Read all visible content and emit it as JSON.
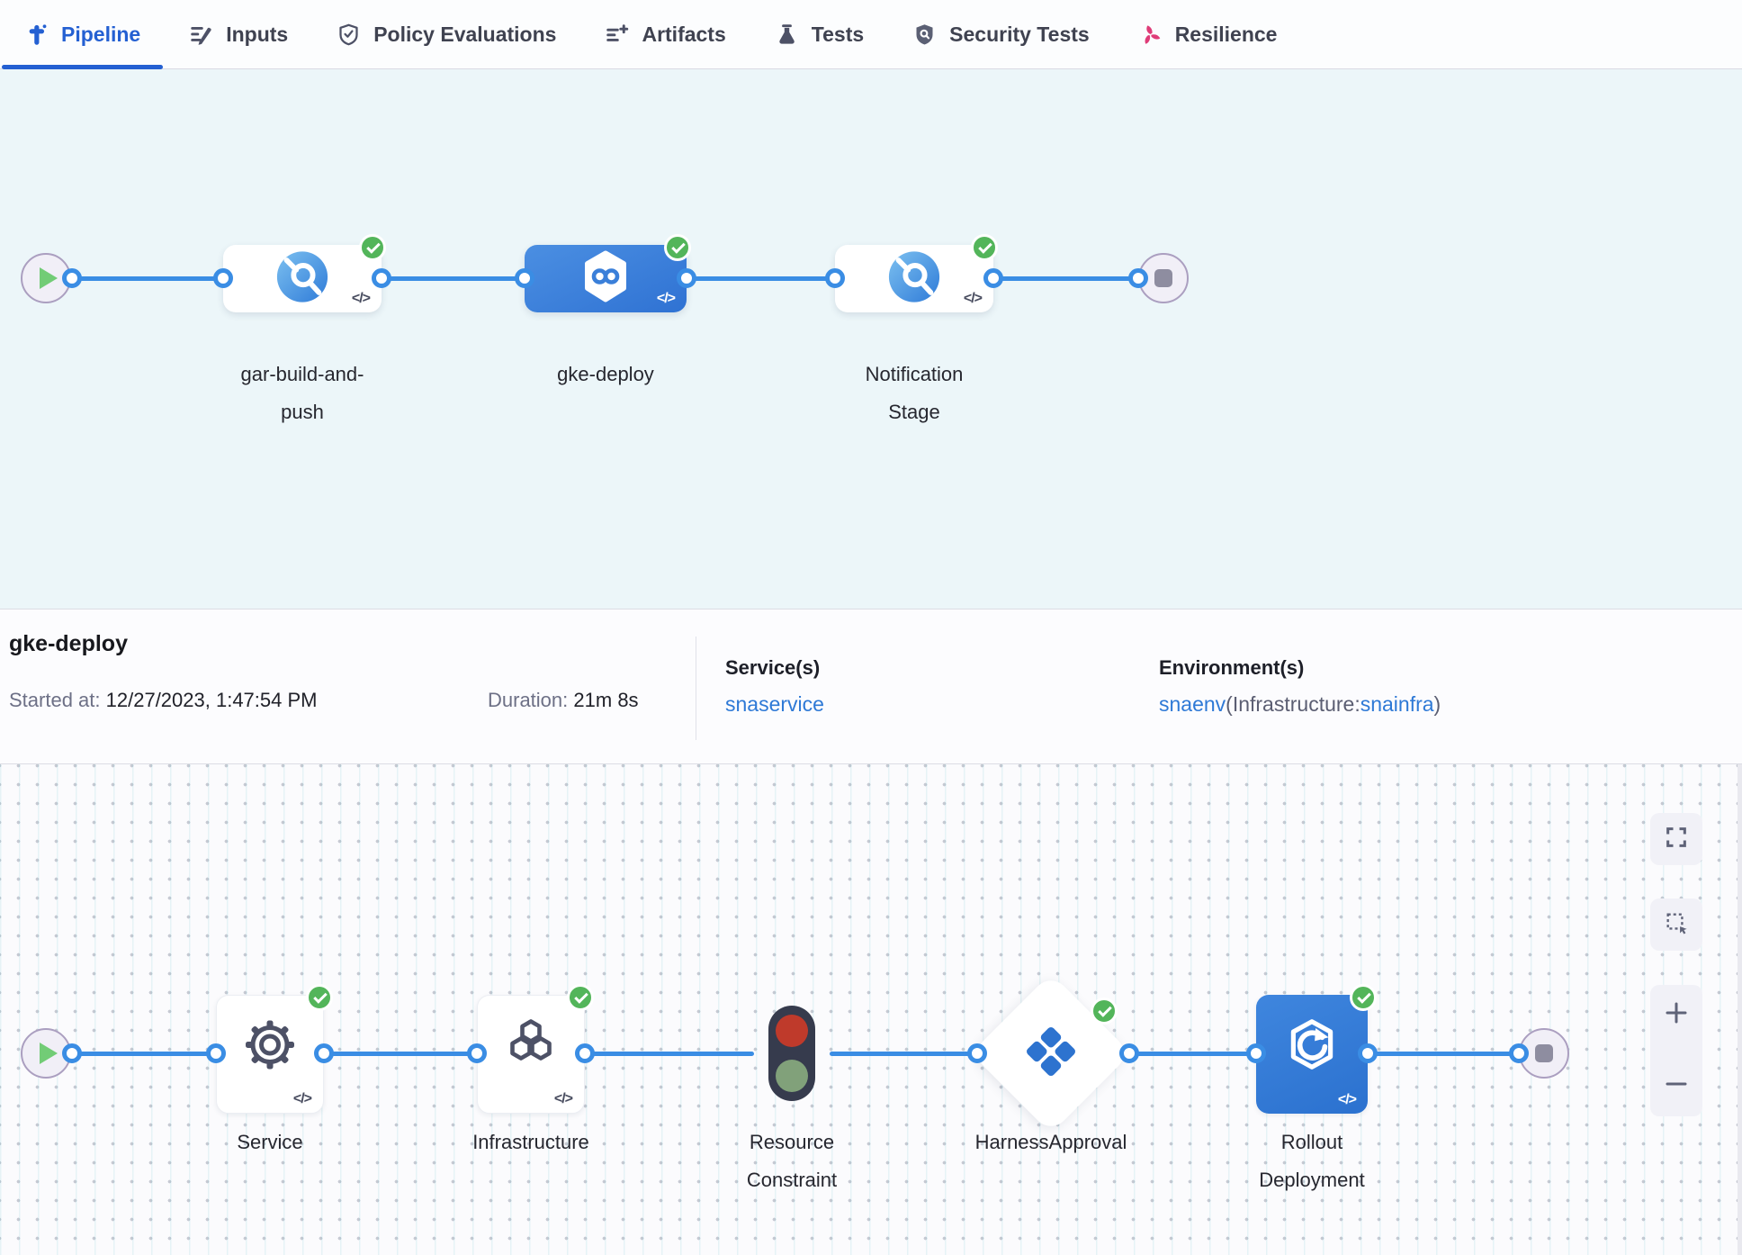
{
  "tab_bar": {
    "tabs": [
      {
        "label": "Pipeline",
        "icon": "pipeline-icon",
        "active": true
      },
      {
        "label": "Inputs",
        "icon": "inputs-icon",
        "active": false
      },
      {
        "label": "Policy Evaluations",
        "icon": "policy-evaluations-icon",
        "active": false
      },
      {
        "label": "Artifacts",
        "icon": "artifacts-icon",
        "active": false
      },
      {
        "label": "Tests",
        "icon": "tests-icon",
        "active": false
      },
      {
        "label": "Security Tests",
        "icon": "security-tests-icon",
        "active": false
      },
      {
        "label": "Resilience",
        "icon": "resilience-icon",
        "active": false
      }
    ]
  },
  "stage_graph": {
    "code_toggle": "</>",
    "stages": [
      {
        "label": "gar-build-and-push",
        "status": "Success",
        "type": "custom",
        "selected": false
      },
      {
        "label": "gke-deploy",
        "status": "Success",
        "type": "deployment",
        "selected": true
      },
      {
        "label": "Notification Stage",
        "status": "Success",
        "type": "custom",
        "selected": false
      }
    ]
  },
  "details_bar": {
    "title": "gke-deploy",
    "started_label": "Started at:",
    "started_value": "12/27/2023, 1:47:54 PM",
    "duration_label": "Duration:",
    "duration_value": "21m 8s",
    "services_label": "Service(s)",
    "service_link": "snaservice",
    "environments_label": "Environment(s)",
    "environment_link": "snaenv",
    "infrastructure_prefix": "(Infrastructure:",
    "infrastructure_link": "snainfra",
    "infrastructure_suffix": ")"
  },
  "execution_graph": {
    "code_toggle": "</>",
    "steps": [
      {
        "label": "Service",
        "status": "Success",
        "type": "service-config"
      },
      {
        "label": "Infrastructure",
        "status": "Success",
        "type": "infrastructure"
      },
      {
        "label": "Resource Constraint",
        "status": "Success",
        "type": "resource-constraint"
      },
      {
        "label": "HarnessApproval",
        "status": "Success",
        "type": "approval"
      },
      {
        "label": "Rollout Deployment",
        "status": "Success",
        "type": "rollout-deployment"
      }
    ]
  },
  "colors": {
    "accent_blue": "#2460d2",
    "edge_blue": "#3a8de4",
    "link_blue": "#2e79d6",
    "success_green": "#53b55a",
    "resilience_pink": "#df3c78",
    "stage_canvas_bg": "#ecf6f9"
  }
}
